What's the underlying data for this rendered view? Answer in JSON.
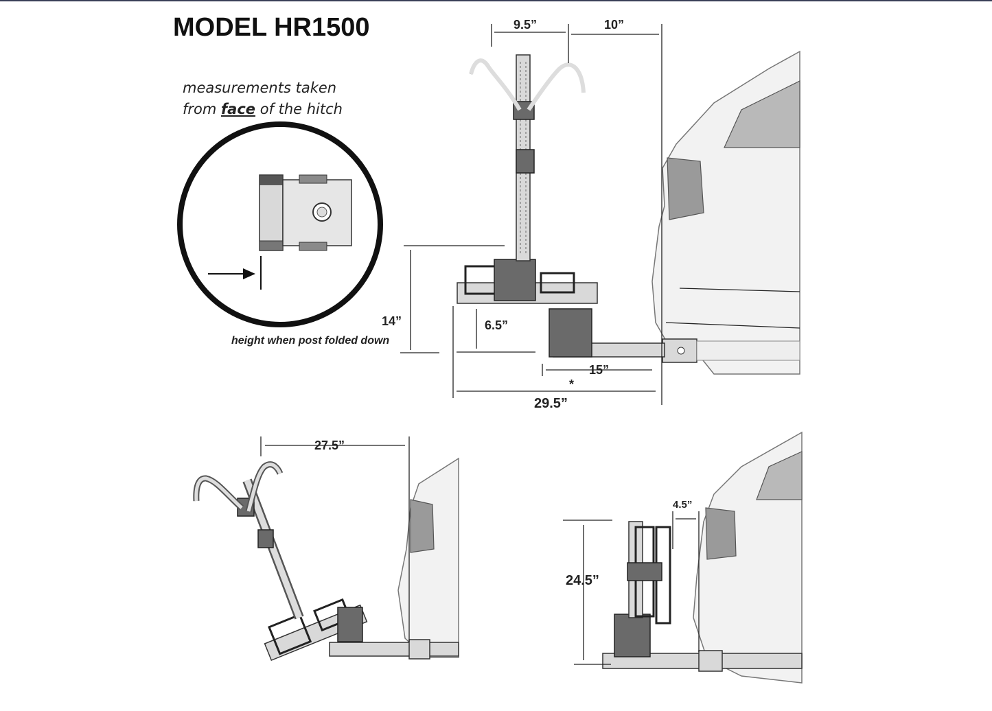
{
  "title": "MODEL HR1500",
  "note": {
    "line1": "measurements taken",
    "line2_prefix": "from ",
    "line2_emph": "face",
    "line2_suffix": " of the hitch"
  },
  "caption_folded": "height when post folded down",
  "dimensions": {
    "top_arm_spread": "9.5”",
    "top_post_to_hitch": "10”",
    "height_folded": "14”",
    "tray_height": "6.5”",
    "hitch_length": "15”",
    "asterisk": "*",
    "total_length": "29.5”",
    "tilted_length": "27.5”",
    "upright_gap": "4.5”",
    "upright_height": "24.5”"
  },
  "colors": {
    "ink": "#111111",
    "metal": "#d9d9d9",
    "metal_dark": "#6a6a6a",
    "car_body": "#f2f2f2",
    "frame_line": "#3a3f57"
  }
}
